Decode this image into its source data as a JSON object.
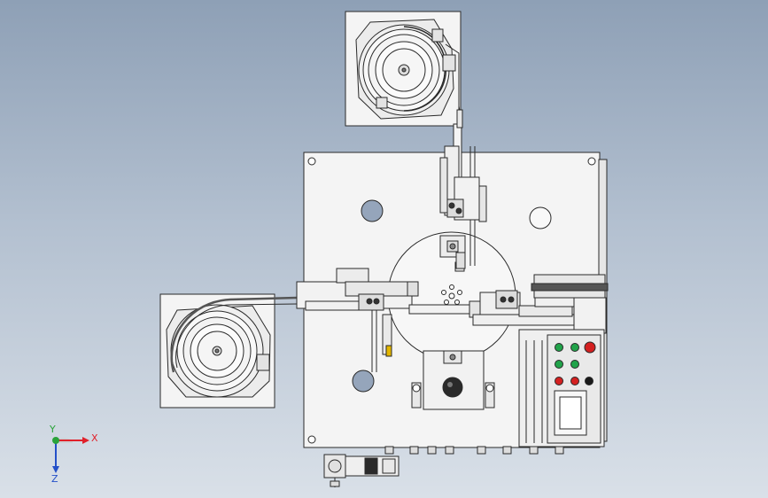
{
  "viewport": {
    "background_top": "#8ea0b6",
    "background_bottom": "#d9e0e8"
  },
  "triad": {
    "x_label": "X",
    "y_label": "Y",
    "z_label": "Z",
    "x_color": "#e0212b",
    "y_color": "#2aa33a",
    "z_color": "#2450c8"
  },
  "drawing": {
    "line_color": "#2a2a2a",
    "panel_fill": "#f4f4f4",
    "hole_fill": "#95a5bb",
    "button_colors": {
      "red": "#d42020",
      "green": "#21a34a",
      "black": "#1a1a1a"
    }
  }
}
